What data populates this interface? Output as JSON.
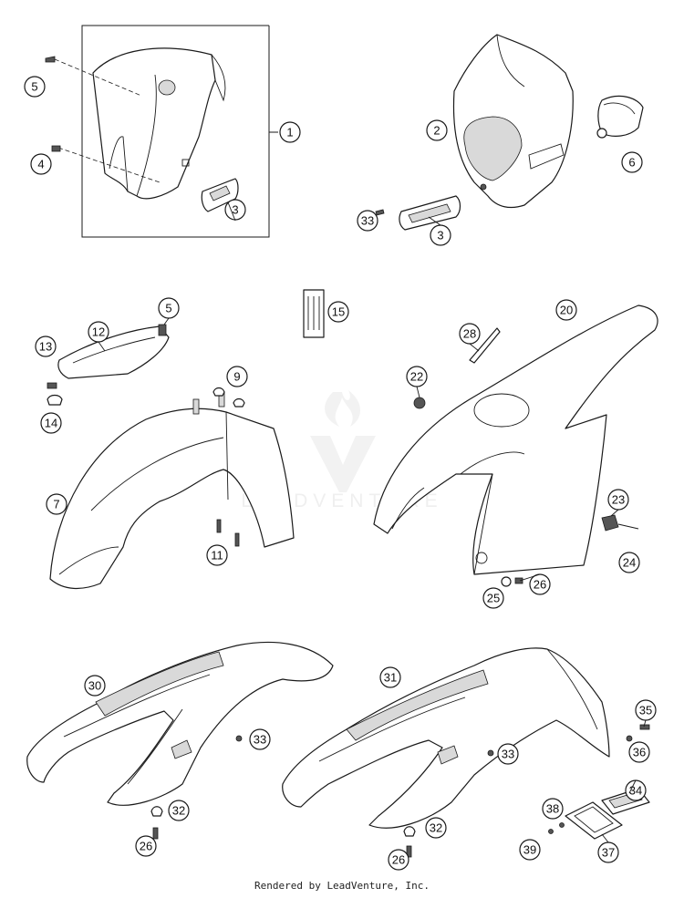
{
  "watermark": "LEADVENTURE",
  "footer": "Rendered by LeadVenture, Inc.",
  "callouts": [
    "5",
    "1",
    "4",
    "3",
    "2",
    "6",
    "33",
    "3",
    "5",
    "12",
    "13",
    "14",
    "15",
    "28",
    "20",
    "22",
    "9",
    "7",
    "11",
    "23",
    "24",
    "25",
    "26",
    "30",
    "31",
    "33",
    "33",
    "35",
    "36",
    "34",
    "32",
    "38",
    "26",
    "32",
    "26",
    "39",
    "37"
  ]
}
